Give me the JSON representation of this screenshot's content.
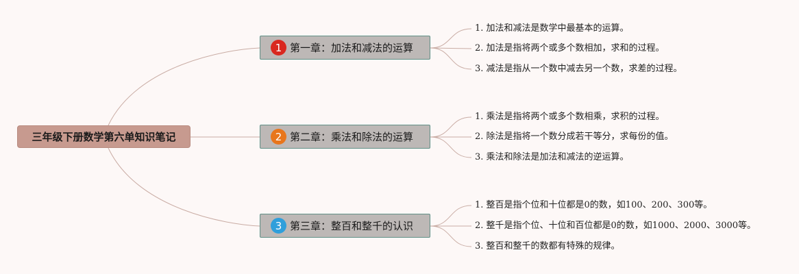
{
  "root": {
    "label": "三年级下册数学第六单知识笔记"
  },
  "colors": {
    "connector": "#c9aca4",
    "badge1": "#d9281f",
    "badge2": "#e8761c",
    "badge3": "#2f9fdb"
  },
  "chapters": [
    {
      "number": "1",
      "label": "第一章：加法和减法的运算",
      "items": [
        "1. 加法和减法是数学中最基本的运算。",
        "2. 加法是指将两个或多个数相加，求和的过程。",
        "3. 减法是指从一个数中减去另一个数，求差的过程。"
      ]
    },
    {
      "number": "2",
      "label": "第二章：乘法和除法的运算",
      "items": [
        "1. 乘法是指将两个或多个数相乘，求积的过程。",
        "2. 除法是指将一个数分成若干等分，求每份的值。",
        "3. 乘法和除法是加法和减法的逆运算。"
      ]
    },
    {
      "number": "3",
      "label": "第三章：整百和整千的认识",
      "items": [
        "1. 整百是指个位和十位都是0的数，如100、200、300等。",
        "2. 整千是指个位、十位和百位都是0的数，如1000、2000、3000等。",
        "3. 整百和整千的数都有特殊的规律。"
      ]
    }
  ]
}
